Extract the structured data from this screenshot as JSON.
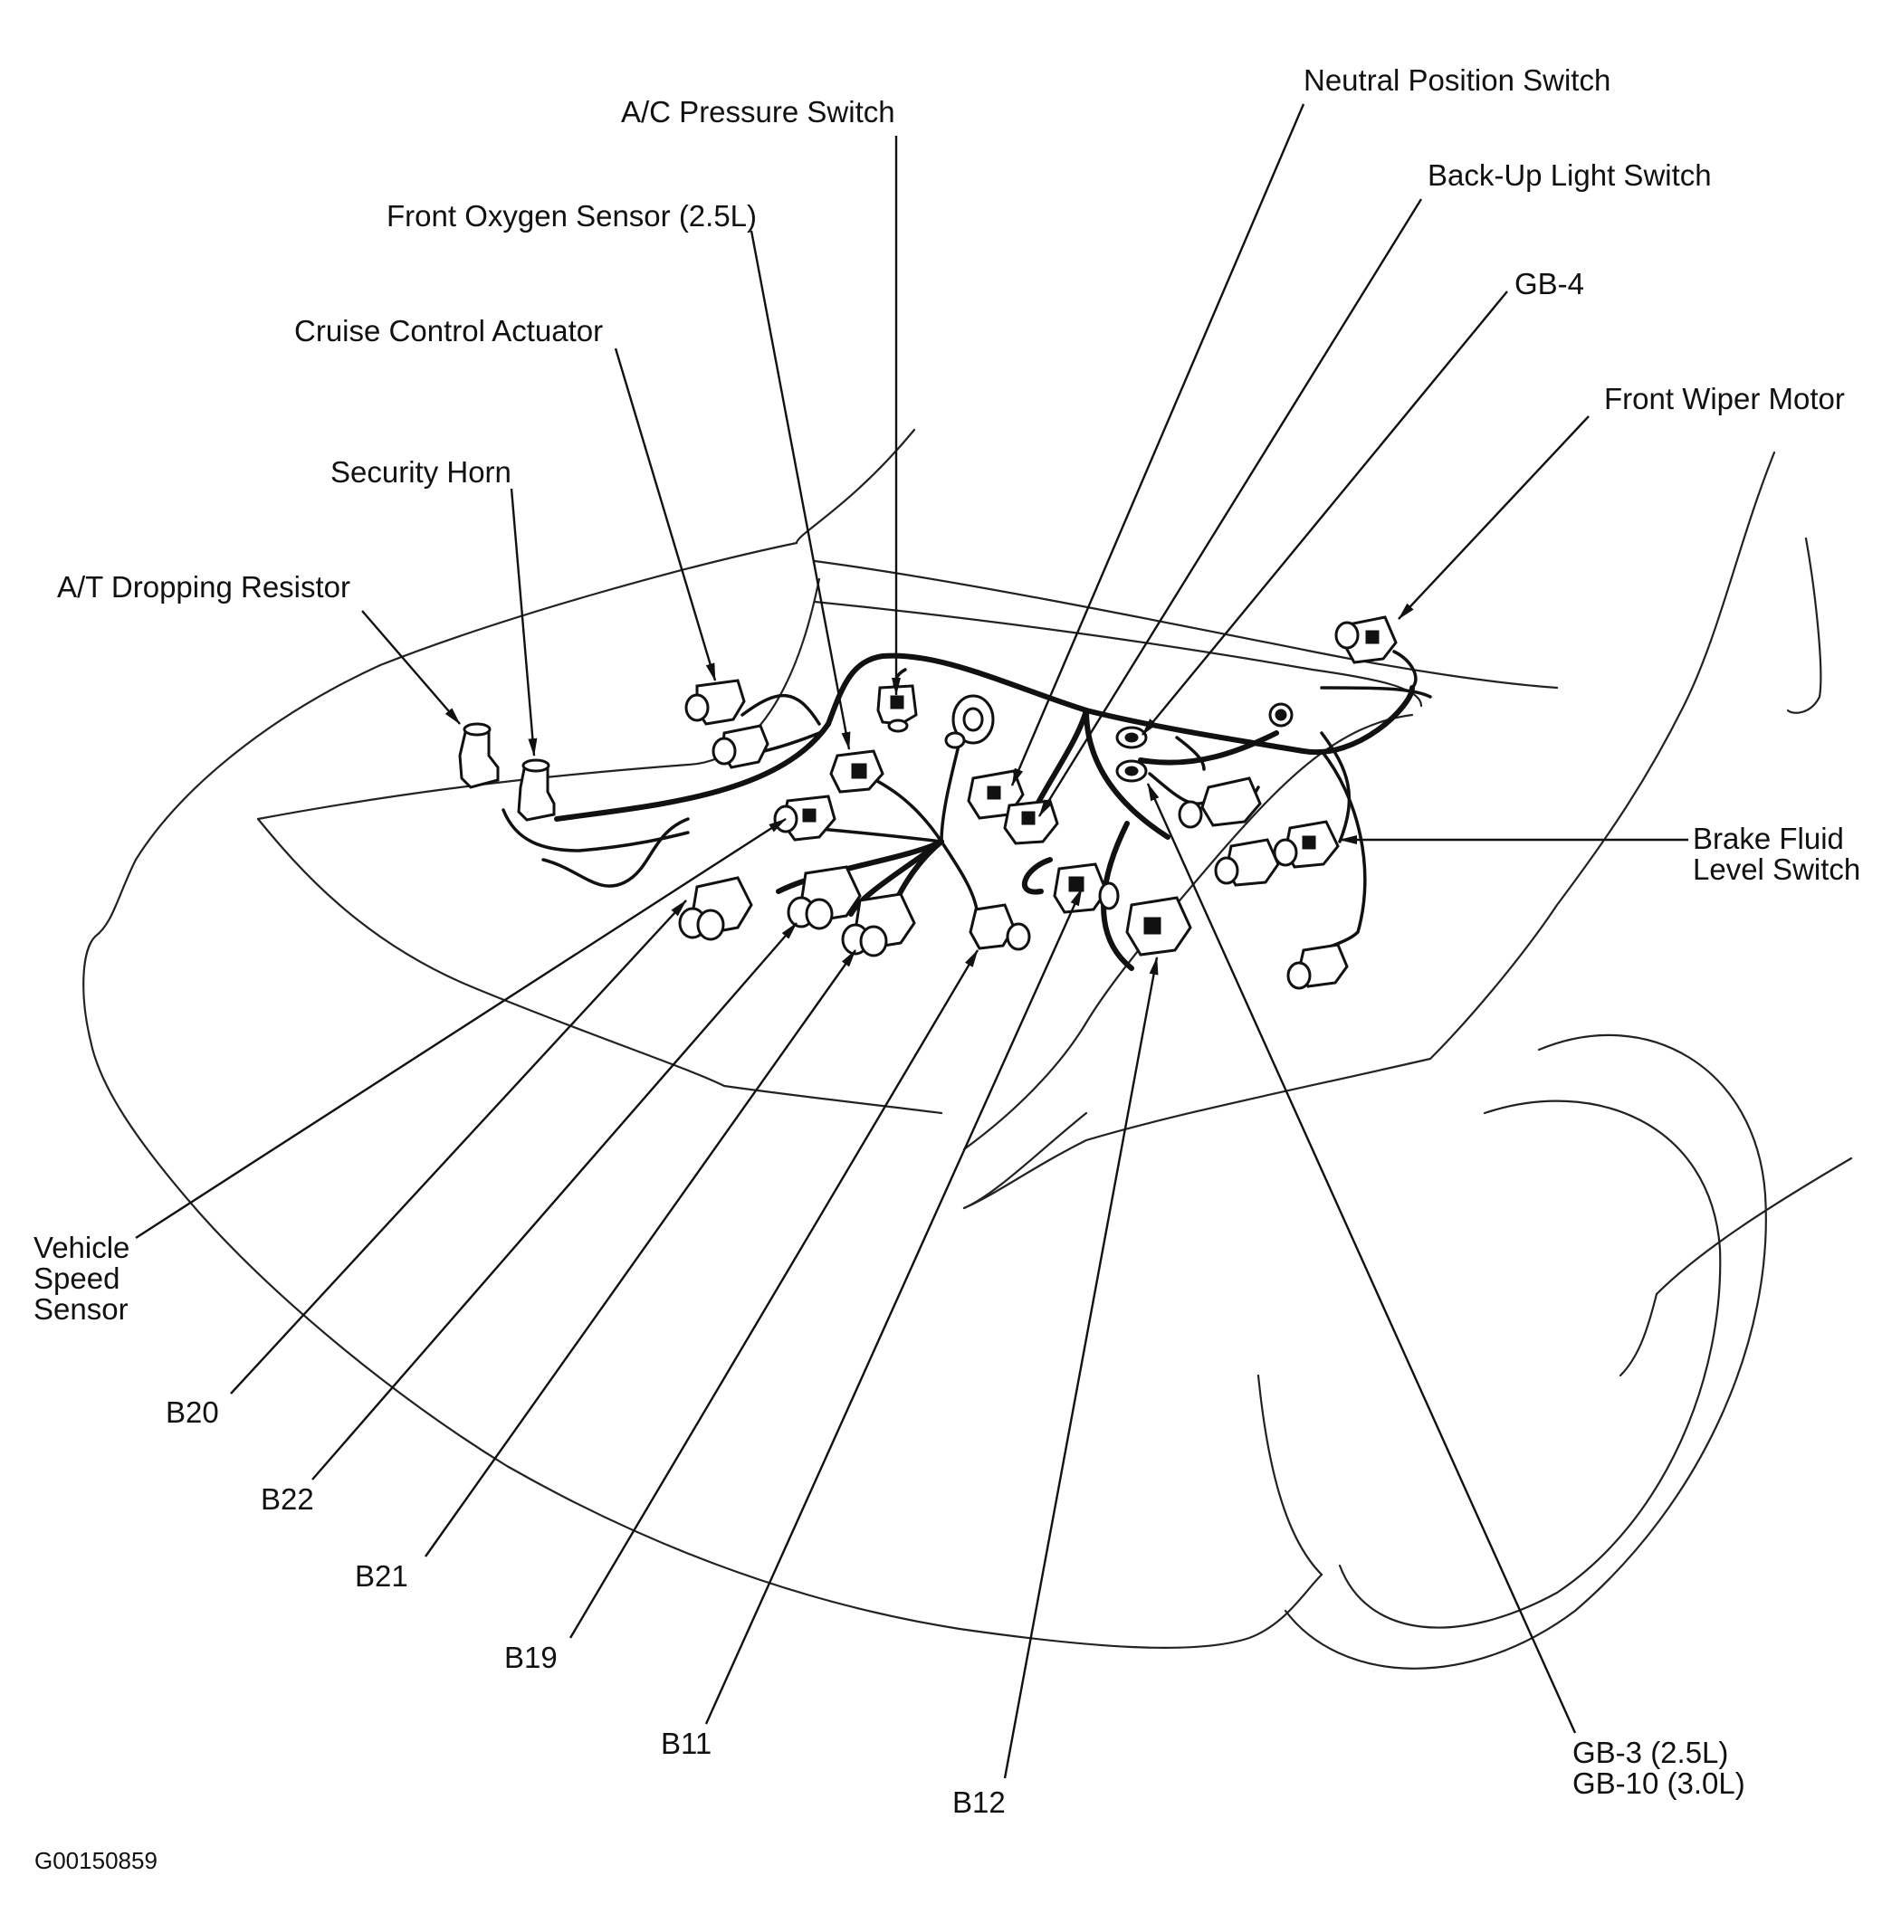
{
  "figure_id": "G00150859",
  "labels": {
    "neutral_position_switch": "Neutral Position Switch",
    "ac_pressure_switch": "A/C Pressure Switch",
    "back_up_light_switch": "Back-Up Light Switch",
    "front_oxygen_sensor": "Front Oxygen Sensor (2.5L)",
    "gb4": "GB-4",
    "cruise_control_actuator": "Cruise Control Actuator",
    "front_wiper_motor": "Front Wiper Motor",
    "security_horn": "Security Horn",
    "at_dropping_resistor": "A/T Dropping Resistor",
    "brake_fluid_level_switch": [
      "Brake Fluid",
      "Level Switch"
    ],
    "vehicle_speed_sensor": [
      "Vehicle",
      "Speed",
      "Sensor"
    ],
    "b20": "B20",
    "b22": "B22",
    "b21": "B21",
    "b19": "B19",
    "b11": "B11",
    "b12": "B12",
    "gb3_gb10": [
      "GB-3 (2.5L)",
      "GB-10 (3.0L)"
    ]
  }
}
